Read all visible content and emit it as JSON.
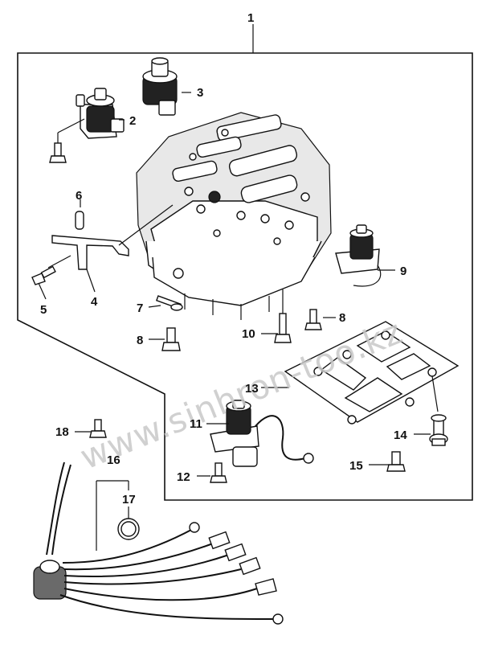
{
  "diagram": {
    "watermark": "www.sinhron-too.kz",
    "callouts": [
      "1",
      "2",
      "3",
      "4",
      "5",
      "6",
      "7",
      "8",
      "8",
      "9",
      "10",
      "11",
      "12",
      "13",
      "14",
      "15",
      "16",
      "17",
      "18"
    ]
  }
}
